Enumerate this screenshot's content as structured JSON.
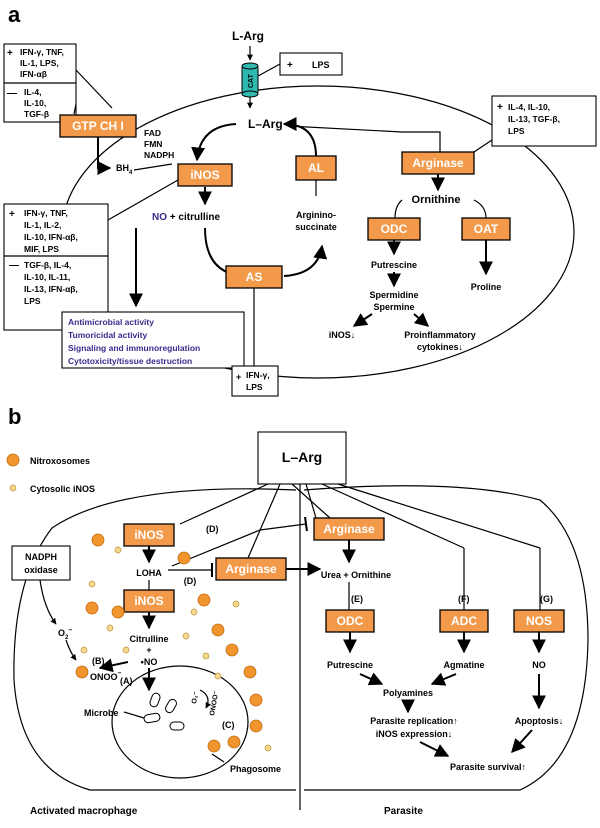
{
  "panel_a": {
    "label": "a",
    "larg_top": "L-Arg",
    "cat": "CAT",
    "lps_box": "LPS",
    "plus": "+",
    "minus": "—",
    "top_left_plus": [
      "IFN-γ, TNF,",
      "IL-1, LPS,",
      "IFN-αβ"
    ],
    "top_left_minus": [
      "IL-4,",
      "IL-10,",
      "TGF-β"
    ],
    "gtp": "GTP CH I",
    "cofactors": [
      "FAD",
      "FMN",
      "NADPH"
    ],
    "bh4": "BH",
    "bh4_sub": "4",
    "inos": "iNOS",
    "larg_center": "L–Arg",
    "al": "AL",
    "arginase": "Arginase",
    "right_plus": [
      "IL-4, IL-10,",
      "IL-13, TGF-β,",
      "LPS"
    ],
    "no": "NO",
    "no_rest": " + citrulline",
    "argsucc": [
      "Arginino-",
      "succinate"
    ],
    "ornithine": "Ornithine",
    "odc": "ODC",
    "oat": "OAT",
    "putrescine": "Putrescine",
    "spermidine": "Spermidine",
    "spermine": "Spermine",
    "proline": "Proline",
    "inos_down": "iNOS↓",
    "proinflam": [
      "Proinflammatory",
      "cytokines↓"
    ],
    "as": "AS",
    "mid_plus": [
      "IFN-γ, TNF,",
      "IL-1,     IL-2,",
      "IL-10, IFN-αβ,",
      "MIF,    LPS"
    ],
    "mid_minus": [
      "TGF-β, IL-4,",
      "IL-10,  IL-11,",
      "IL-13,  IFN-αβ,",
      "LPS"
    ],
    "activities": [
      "Antimicrobial activity",
      "Tumoricidal activity",
      "Signaling and immunoregulation",
      "Cytotoxicity/tissue destruction"
    ],
    "ifn_box": [
      "IFN-γ,",
      "LPS"
    ]
  },
  "panel_b": {
    "label": "b",
    "larg": "L–Arg",
    "legend_nitro": "Nitroxosomes",
    "legend_cyto": "Cytosolic iNOS",
    "nadph": [
      "NADPH",
      "oxidase"
    ],
    "inos1": "iNOS",
    "inos2": "iNOS",
    "loha": "LOHA",
    "d1": "(D)",
    "d2": "(D)",
    "arginase_mac": "Arginase",
    "arginase_par": "Arginase",
    "citrulline": "Citrulline",
    "plus": "+",
    "no_mac": "•NO",
    "o2": "O",
    "o2_sub": "2",
    "o2_sup": "–",
    "b_label": "(B)",
    "onoo": "ONOO",
    "onoo_sup": "–",
    "a_label": "(A)",
    "c_label": "(C)",
    "microbe": "Microbe",
    "phagosome": "Phagosome",
    "o2_small": "O₂⁻",
    "onoo_small": "ONOO⁻",
    "urea_orn": "Urea + Ornithine",
    "e_label": "(E)",
    "f_label": "(F)",
    "g_label": "(G)",
    "odc": "ODC",
    "adc": "ADC",
    "nos": "NOS",
    "putrescine": "Putrescine",
    "agmatine": "Agmatine",
    "no_par": "NO",
    "polyamines": "Polyamines",
    "replication": "Parasite replication↑",
    "inos_expr": "iNOS expression↓",
    "apoptosis": "Apoptosis↓",
    "survival": "Parasite survival↑",
    "macrophage": "Activated macrophage",
    "parasite": "Parasite"
  },
  "colors": {
    "enzyme_fill": "#f39a4a",
    "activity_text": "#3a2a8c",
    "no_text": "#3a2a8c",
    "cat_fill": "#2fb8b0",
    "nitroxosome": "#f0962c",
    "cytosolic": "#f6d98e"
  }
}
